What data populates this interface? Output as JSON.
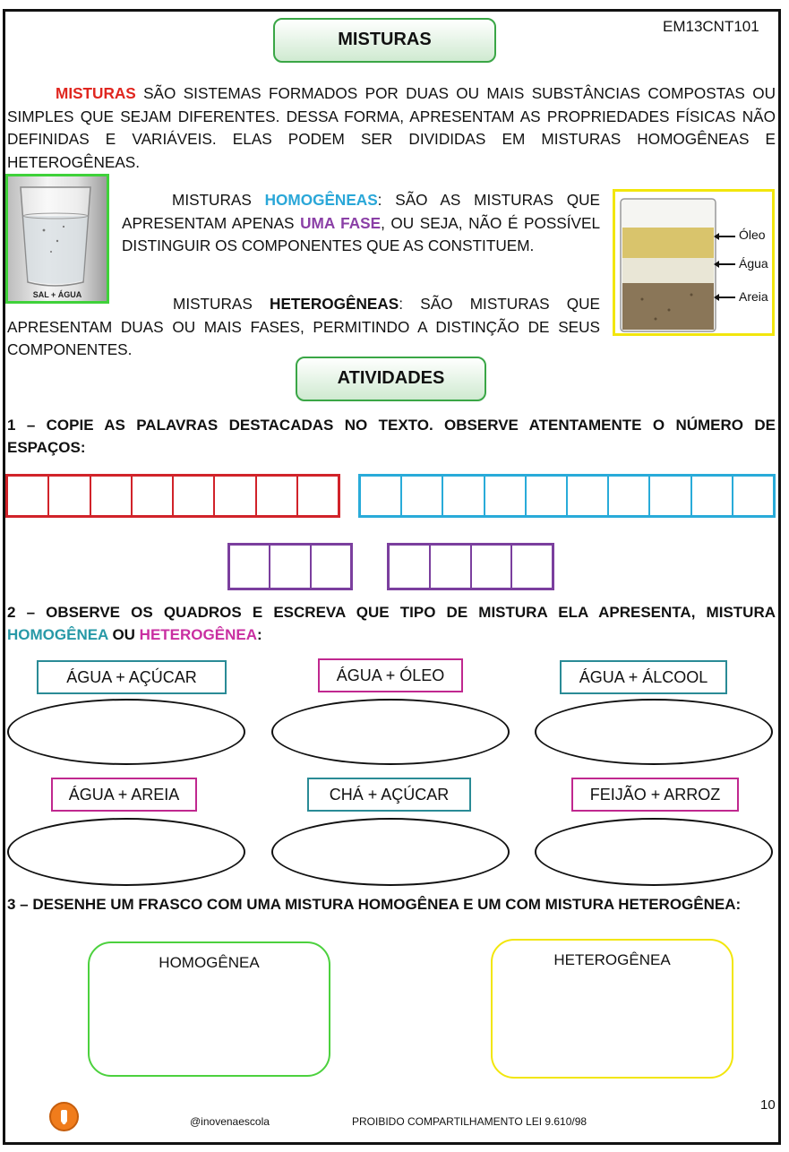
{
  "code": "EM13CNT101",
  "title": "MISTURAS",
  "intro": {
    "lead": "MISTURAS",
    "text": " SÃO SISTEMAS FORMADOS POR DUAS OU MAIS SUBSTÂNCIAS COMPOSTAS OU SIMPLES QUE SEJAM DIFERENTES. DESSA FORMA, APRESENTAM AS PROPRIEDADES FÍSICAS NÃO DEFINIDAS E VARIÁVEIS. ELAS PODEM SER DIVIDIDAS EM MISTURAS HOMOGÊNEAS E HETEROGÊNEAS."
  },
  "glass_caption": "SAL + ÁGUA",
  "homog": {
    "pre": "MISTURAS ",
    "word": "HOMOGÊNEAS",
    "mid": ": SÃO AS MISTURAS QUE APRESENTAM APENAS ",
    "phase": "UMA FASE",
    "post": ", OU SEJA, NÃO É POSSÍVEL DISTINGUIR OS COMPONENTES QUE AS CONSTITUEM."
  },
  "heterog": {
    "pre": "MISTURAS ",
    "word": "HETEROGÊNEAS",
    "post": ": SÃO MISTURAS QUE APRESENTAM DUAS OU MAIS FASES, PERMITINDO A DISTINÇÃO DE SEUS COMPONENTES."
  },
  "beaker_labels": [
    "Óleo",
    "Água",
    "Areia"
  ],
  "activities_title": "ATIVIDADES",
  "q1": "1 – COPIE AS PALAVRAS DESTACADAS NO TEXTO. OBSERVE ATENTAMENTE O NÚMERO DE ESPAÇOS:",
  "word_boxes": [
    {
      "letters": 8,
      "color": "#d1232a"
    },
    {
      "letters": 10,
      "color": "#29abd9"
    },
    {
      "letters": 3,
      "color": "#7b3f9e"
    },
    {
      "letters": 4,
      "color": "#7b3f9e"
    }
  ],
  "q2": {
    "pre": "2 – OBSERVE OS QUADROS E ESCREVA QUE TIPO DE MISTURA ELA APRESENTA, MISTURA ",
    "homog": "HOMOGÊNEA",
    "or": " OU ",
    "heterog": "HETEROGÊNEA",
    "end": ":"
  },
  "mixtures": [
    {
      "label": "ÁGUA + AÇÚCAR",
      "color": "#2a8b96"
    },
    {
      "label": "ÁGUA + ÓLEO",
      "color": "#c0288f"
    },
    {
      "label": "ÁGUA + ÁLCOOL",
      "color": "#2a8b96"
    },
    {
      "label": "ÁGUA + AREIA",
      "color": "#c0288f"
    },
    {
      "label": "CHÁ + AÇÚCAR",
      "color": "#2a8b96"
    },
    {
      "label": "FEIJÃO + ARROZ",
      "color": "#c0288f"
    }
  ],
  "q3": "3 – DESENHE UM FRASCO COM UMA MISTURA HOMOGÊNEA E UM COM MISTURA HETEROGÊNEA:",
  "draw_boxes": [
    {
      "label": "HOMOGÊNEA",
      "color": "#4cd13e"
    },
    {
      "label": "HETEROGÊNEA",
      "color": "#f2e60c"
    }
  ],
  "footer": {
    "handle": "@inovenaescola",
    "notice": "PROIBIDO COMPARTILHAMENTO LEI 9.610/98",
    "page": "10"
  }
}
